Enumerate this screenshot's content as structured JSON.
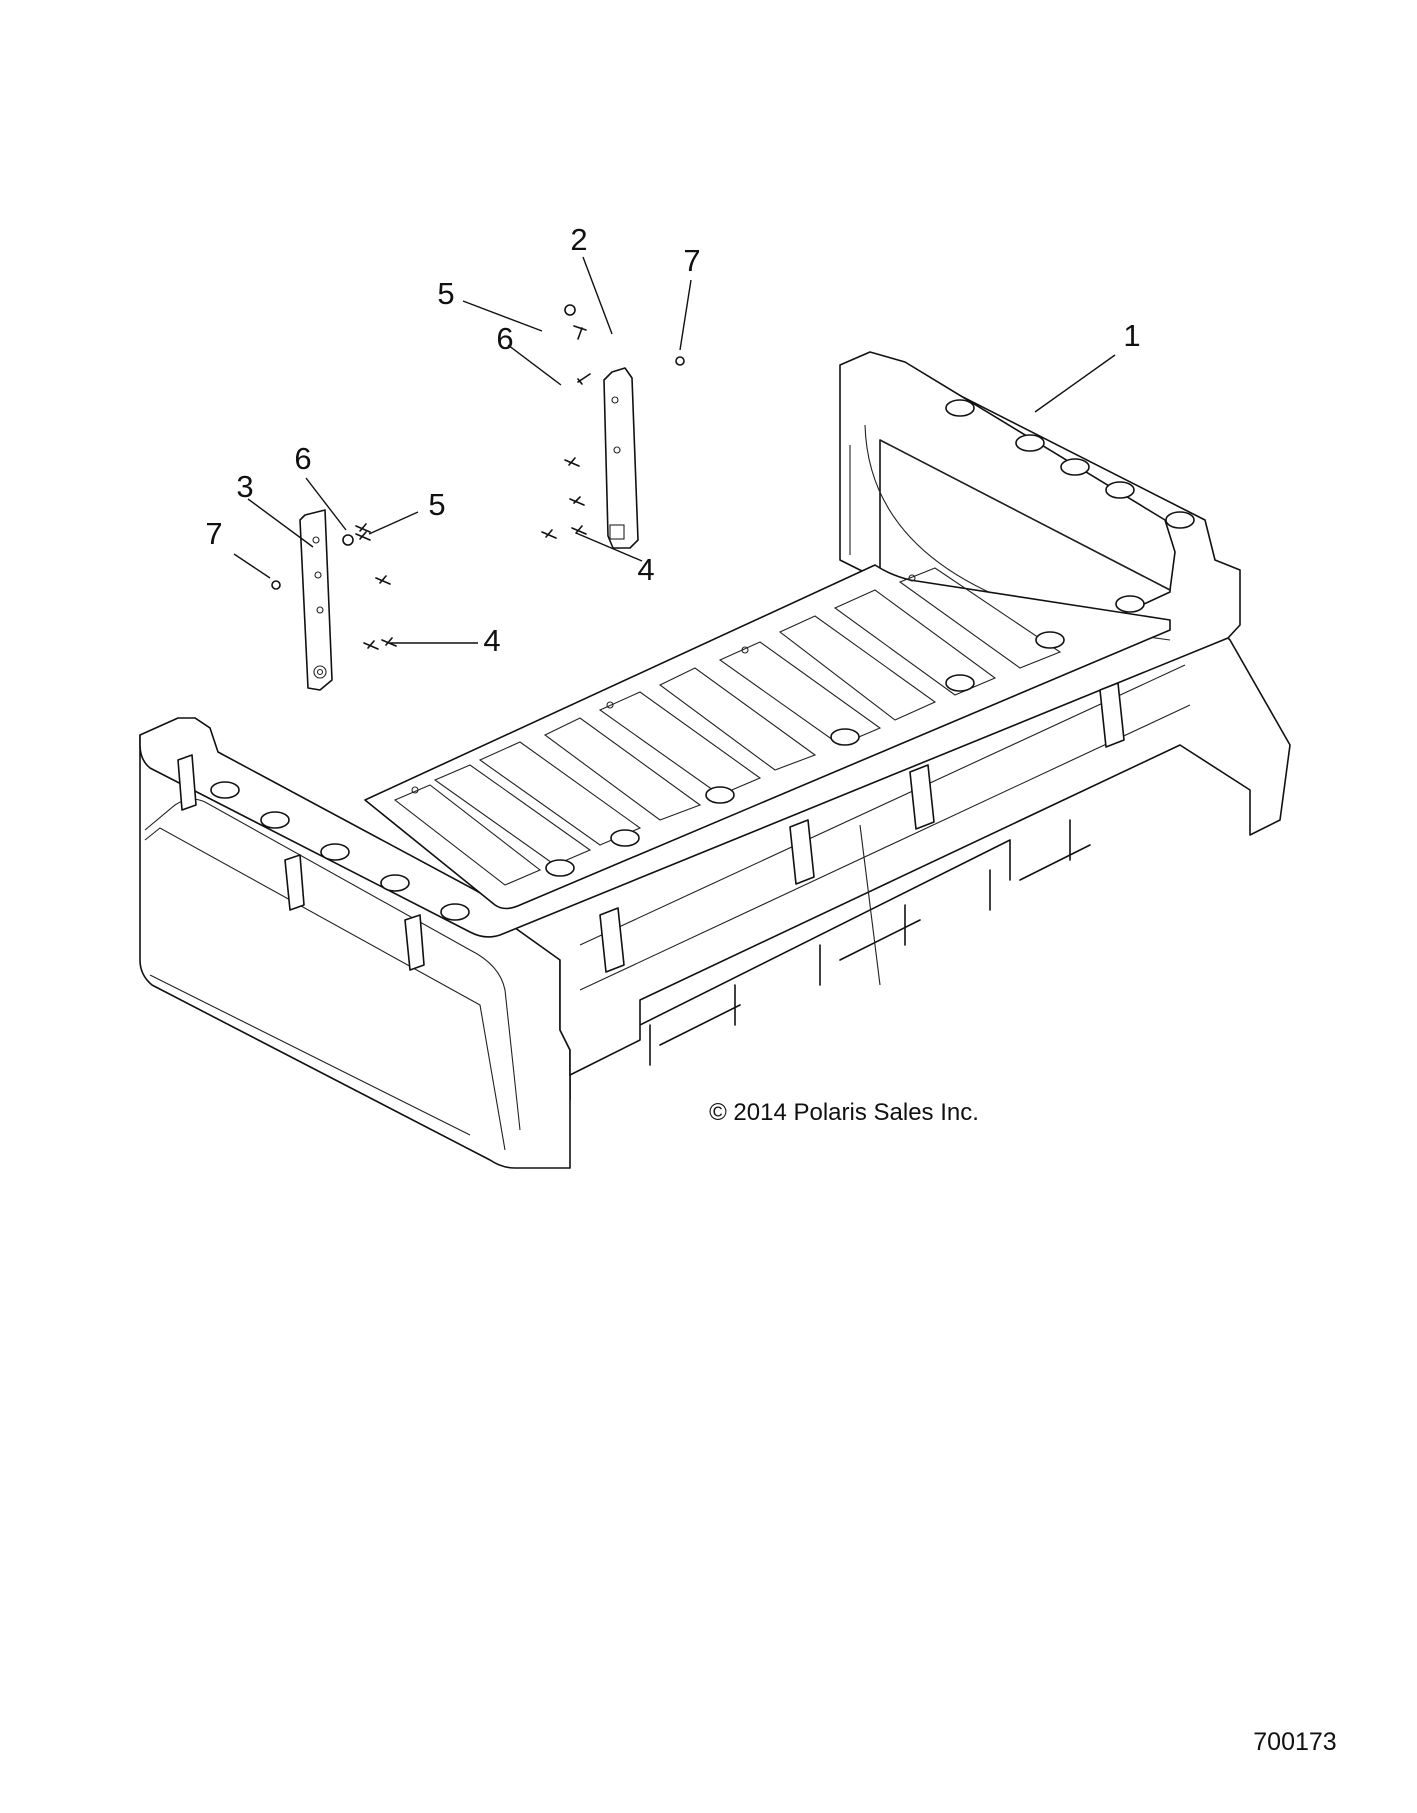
{
  "diagram": {
    "copyright": "© 2014 Polaris Sales Inc.",
    "figure_number": "700173",
    "callouts": [
      {
        "id": "c1",
        "label": "1"
      },
      {
        "id": "c2",
        "label": "2"
      },
      {
        "id": "c3",
        "label": "3"
      },
      {
        "id": "c4a",
        "label": "4"
      },
      {
        "id": "c4b",
        "label": "4"
      },
      {
        "id": "c5a",
        "label": "5"
      },
      {
        "id": "c5b",
        "label": "5"
      },
      {
        "id": "c6a",
        "label": "6"
      },
      {
        "id": "c6b",
        "label": "6"
      },
      {
        "id": "c7a",
        "label": "7"
      },
      {
        "id": "c7b",
        "label": "7"
      }
    ]
  }
}
